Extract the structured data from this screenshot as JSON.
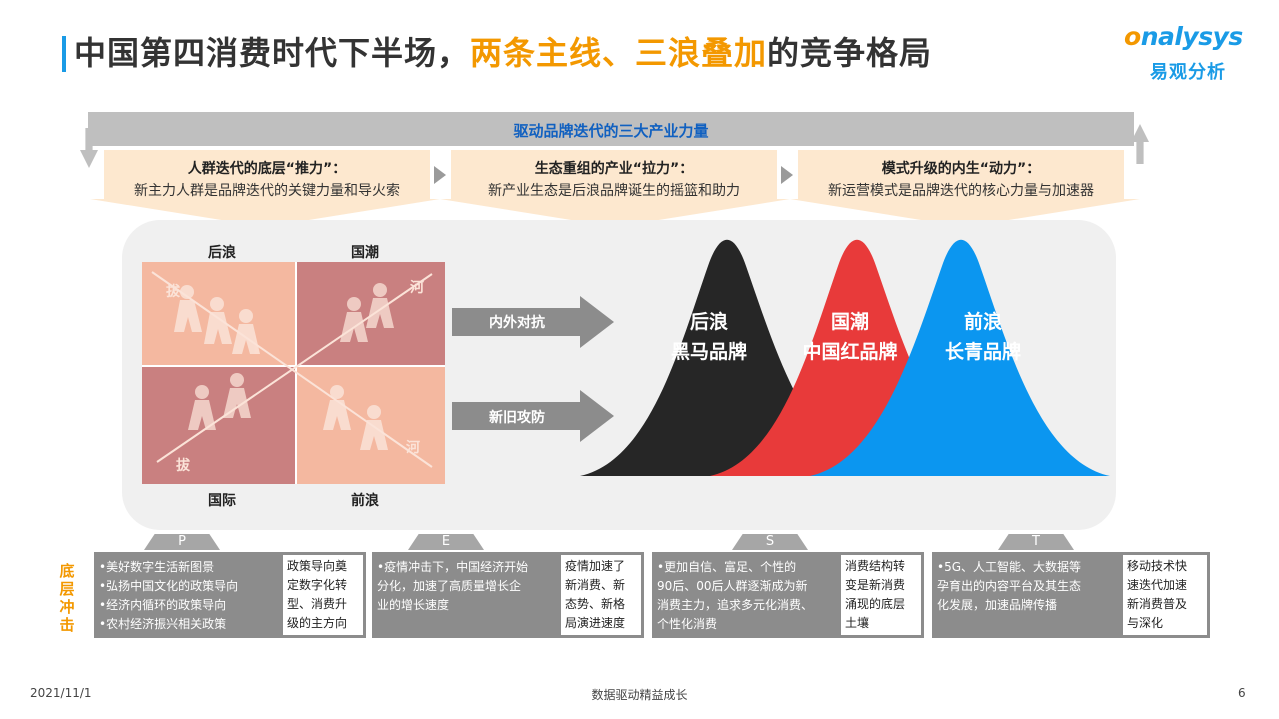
{
  "header": {
    "title_part1": "中国第四消费时代下半场，",
    "title_highlight": "两条主线、三浪叠加",
    "title_part2": "的竞争格局"
  },
  "logo": {
    "en_o": "o",
    "en_rest": "nalysys",
    "cn": "易观分析"
  },
  "forces": {
    "title": "驱动品牌迭代的三大产业力量",
    "items": [
      {
        "title": "人群迭代的底层“推力”：",
        "subtitle": "新主力人群是品牌迭代的关键力量和导火索"
      },
      {
        "title": "生态重组的产业“拉力”：",
        "subtitle": "新产业生态是后浪品牌诞生的摇篮和助力"
      },
      {
        "title": "模式升级的内生“动力”：",
        "subtitle": "新运营模式是品牌迭代的核心力量与加速器"
      }
    ]
  },
  "quadrants": {
    "top_left": "后浪",
    "top_right": "国潮",
    "bottom_left": "国际",
    "bottom_right": "前浪",
    "rope_chars": [
      "拔",
      "河",
      "拔",
      "河"
    ]
  },
  "arrows": {
    "upper": "内外对抗",
    "lower": "新旧攻防"
  },
  "waves": [
    {
      "line1": "后浪",
      "line2": "黑马品牌",
      "color": "#262626"
    },
    {
      "line1": "国潮",
      "line2": "中国红品牌",
      "color": "#e83a3a"
    },
    {
      "line1": "前浪",
      "line2": "长青品牌",
      "color": "#0b96f0"
    }
  ],
  "pest": {
    "base_label": "底层冲击",
    "tabs": [
      "P",
      "E",
      "S",
      "T"
    ],
    "boxes": [
      {
        "left": [
          "•美好数字生活新图景",
          "•弘扬中国文化的政策导向",
          "•经济内循环的政策导向",
          "•农村经济振兴相关政策"
        ],
        "right": [
          "政策导向奠",
          "定数字化转",
          "型、消费升",
          "级的主方向"
        ]
      },
      {
        "left": [
          "•疫情冲击下，中国经济开始",
          "分化，加速了高质量增长企",
          "业的增长速度"
        ],
        "right": [
          "疫情加速了",
          "新消费、新",
          "态势、新格",
          "局演进速度"
        ]
      },
      {
        "left": [
          "•更加自信、富足、个性的",
          "90后、00后人群逐渐成为新",
          "消费主力，追求多元化消费、",
          "个性化消费"
        ],
        "right": [
          "消费结构转",
          "变是新消费",
          "涌现的底层",
          "土壤"
        ]
      },
      {
        "left": [
          "•5G、人工智能、大数据等",
          "孕育出的内容平台及其生态",
          "化发展，加速品牌传播"
        ],
        "right": [
          "移动技术快",
          "速迭代加速",
          "新消费普及",
          "与深化"
        ]
      }
    ]
  },
  "footer": {
    "date": "2021/11/1",
    "center": "数据驱动精益成长",
    "page": "6"
  },
  "colors": {
    "accent_blue": "#1a9be6",
    "accent_orange": "#f39800",
    "box_gray": "#8c8c8c"
  }
}
